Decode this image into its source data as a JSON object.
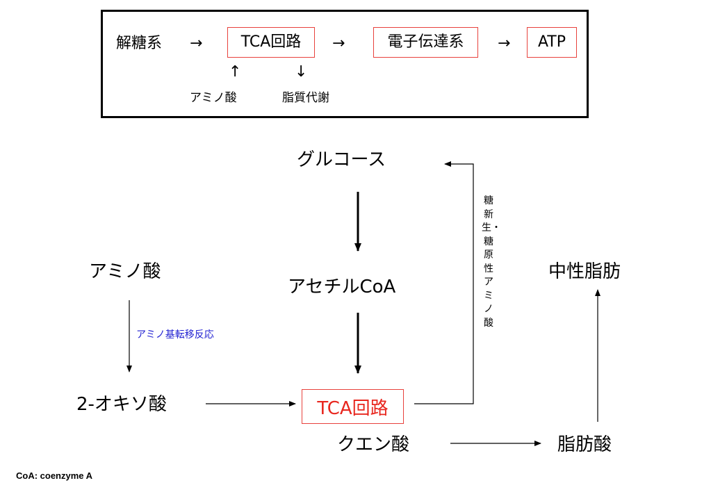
{
  "summary": {
    "glycolysis": "解糖系",
    "arrow_symbol": "→",
    "tca": "TCA回路",
    "electron_transport": "電子伝達系",
    "atp": "ATP",
    "up_arrow": "↑",
    "down_arrow": "↓",
    "amino_acid": "アミノ酸",
    "lipid_metabolism": "脂質代謝"
  },
  "diagram": {
    "glucose": "グルコース",
    "acetyl_coa": "アセチルCoA",
    "tca": "TCA回路",
    "amino_acid": "アミノ酸",
    "transamination": "アミノ基転移反応",
    "oxo_acid": "2-オキソ酸",
    "citric_acid": "クエン酸",
    "fatty_acid": "脂肪酸",
    "neutral_fat": "中性脂肪",
    "gluconeogenesis_label": "糖新生・糖原性アミノ酸"
  },
  "footnote": "CoA: coenzyme A",
  "colors": {
    "box_border": "#e8413c",
    "tca_text": "#e8271f",
    "transamination_text": "#1f1fd1"
  }
}
